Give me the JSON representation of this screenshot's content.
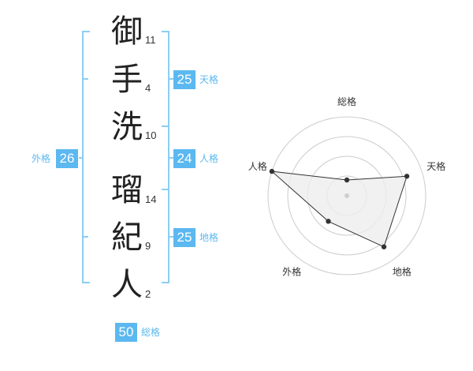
{
  "name": {
    "characters": [
      {
        "char": "御",
        "strokes": "11"
      },
      {
        "char": "手",
        "strokes": "4"
      },
      {
        "char": "洗",
        "strokes": "10"
      },
      {
        "char": "瑠",
        "strokes": "14"
      },
      {
        "char": "紀",
        "strokes": "9"
      },
      {
        "char": "人",
        "strokes": "2"
      }
    ]
  },
  "kaku": {
    "tenkaku": {
      "value": "25",
      "label": "天格"
    },
    "jinkaku": {
      "value": "24",
      "label": "人格"
    },
    "chikaku": {
      "value": "25",
      "label": "地格"
    },
    "gaikaku": {
      "value": "26",
      "label": "外格"
    },
    "soukaku": {
      "value": "50",
      "label": "総格"
    }
  },
  "colors": {
    "accent": "#5bb8f0",
    "bracket": "#8ccdf3",
    "radar_fill": "#ededed",
    "radar_line": "#333333"
  },
  "chart_data": {
    "type": "radar",
    "axes": [
      "総格",
      "天格",
      "地格",
      "外格",
      "人格"
    ],
    "values": [
      1,
      4,
      4,
      2,
      5
    ],
    "range": [
      0,
      5
    ],
    "rings": 4
  }
}
